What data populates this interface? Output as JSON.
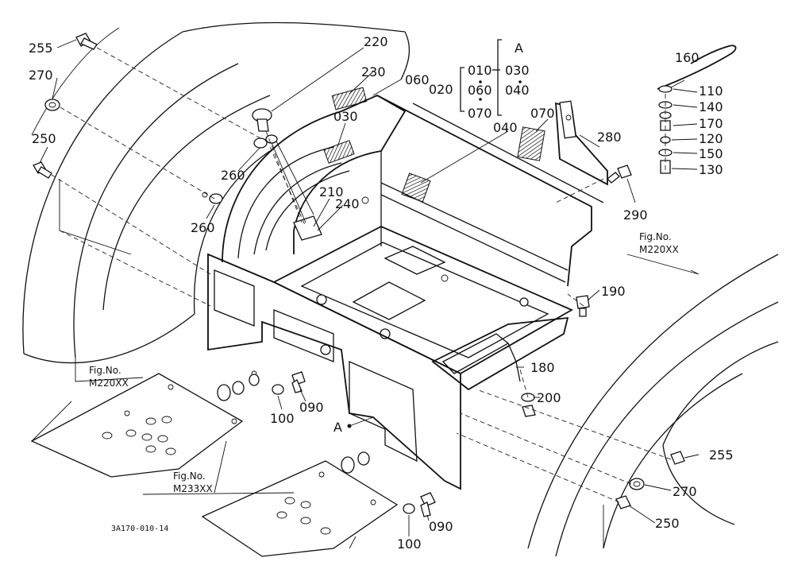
{
  "drawing": {
    "code": "3A170-010-14",
    "callouts": {
      "c255a": "255",
      "c270a": "270",
      "c250a": "250",
      "c220": "220",
      "c230": "230",
      "c060": "060",
      "c030": "030",
      "c260a": "260",
      "c260b": "260",
      "c210": "210",
      "c240": "240",
      "c040": "040",
      "c070": "070",
      "c280": "280",
      "c290": "290",
      "c190": "190",
      "c180": "180",
      "c200": "200",
      "c255b": "255",
      "c270b": "270",
      "c250b": "250",
      "c100a": "100",
      "c090a": "090",
      "c100b": "100",
      "c090b": "090",
      "cA": "A"
    },
    "hardware_stack": {
      "c160": "160",
      "c110": "110",
      "c140": "140",
      "c170": "170",
      "c120": "120",
      "c150": "150",
      "c130": "130"
    },
    "variant_table": {
      "prefix": "020",
      "header": "A",
      "left": [
        "010",
        "060",
        "070"
      ],
      "right": [
        "030",
        "040"
      ]
    },
    "fig_refs": {
      "ref1_title": "Fig.No.",
      "ref1_code": "M220XX",
      "ref2_title": "Fig.No.",
      "ref2_code": "M220XX",
      "ref3_title": "Fig.No.",
      "ref3_code": "M233XX"
    }
  }
}
